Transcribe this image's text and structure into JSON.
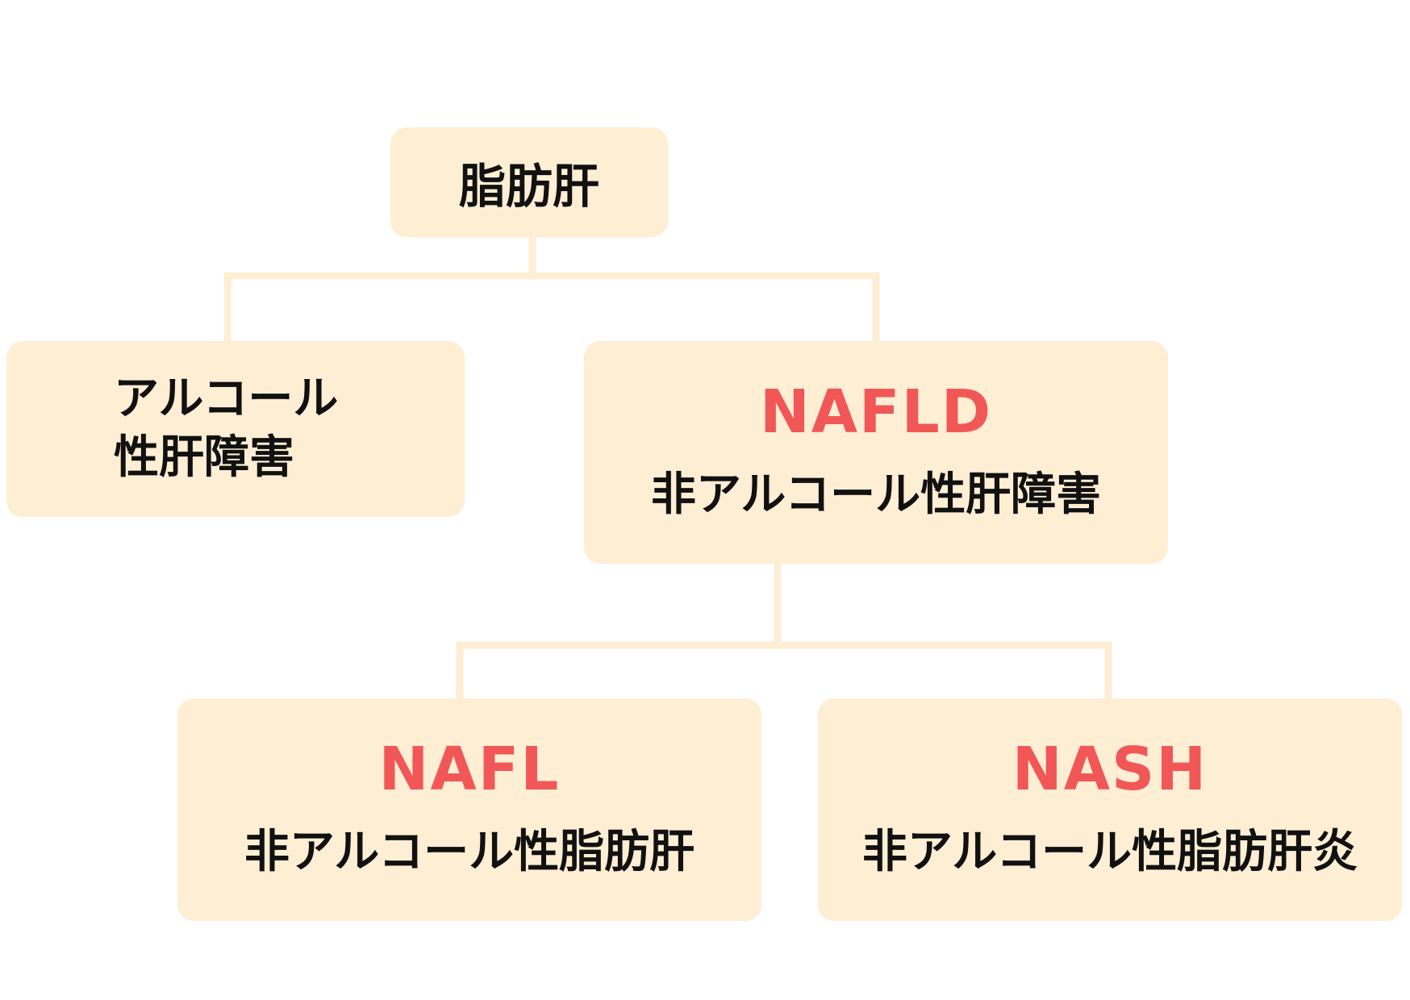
{
  "colors": {
    "box_fill": "#fdeed4",
    "connector": "#fdeed4",
    "abbreviation_text": "#f25757",
    "body_text": "#111111"
  },
  "root": {
    "label": "脂肪肝"
  },
  "alcohol": {
    "line1": "アルコール",
    "line2": "性肝障害"
  },
  "nafld": {
    "abbr": "NAFLD",
    "label": "非アルコール性肝障害"
  },
  "nafl": {
    "abbr": "NAFL",
    "label": "非アルコール性脂肪肝"
  },
  "nash": {
    "abbr": "NASH",
    "label": "非アルコール性脂肪肝炎"
  }
}
